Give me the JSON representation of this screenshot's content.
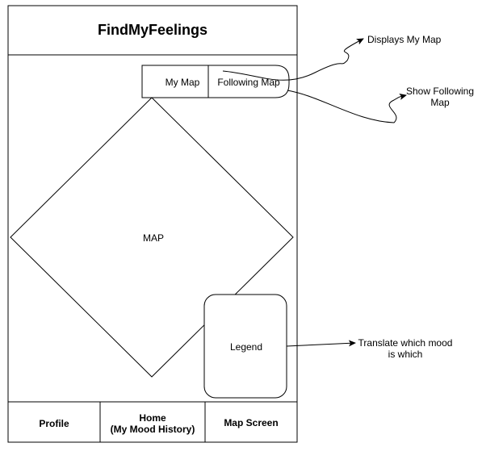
{
  "app": {
    "title": "FindMyFeelings"
  },
  "map_tabs": {
    "my_map": "My Map",
    "following_map": "Following Map"
  },
  "map": {
    "label": "MAP"
  },
  "legend": {
    "label": "Legend"
  },
  "bottom_nav": {
    "profile": "Profile",
    "home_line1": "Home",
    "home_line2": "(My Mood History)",
    "map_screen": "Map Screen"
  },
  "annotations": {
    "my_map_note": "Displays My Map",
    "following_note_line1": "Show Following",
    "following_note_line2": "Map",
    "legend_note_line1": "Translate which mood",
    "legend_note_line2": "is which"
  }
}
